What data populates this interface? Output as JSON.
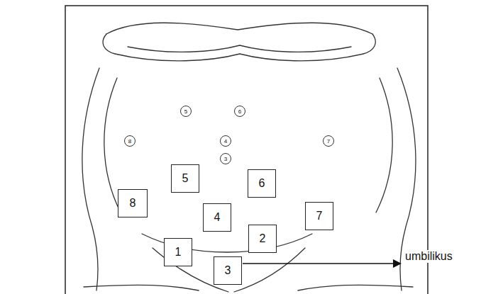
{
  "diagram": {
    "nodes": [
      {
        "text": [
          "5"
        ]
      },
      {
        "text": [
          "6"
        ]
      },
      {
        "text": [
          "8"
        ]
      },
      {
        "text": [
          "4"
        ]
      },
      {
        "text": [
          "7"
        ]
      },
      {
        "text": [
          "3"
        ]
      },
      {
        "text": [
          "5"
        ]
      },
      {
        "text": [
          "6"
        ]
      },
      {
        "text": [
          "8"
        ]
      },
      {
        "text": [
          "4"
        ]
      },
      {
        "text": [
          "7"
        ]
      },
      {
        "text": [
          "1"
        ]
      },
      {
        "text": [
          "2"
        ]
      },
      {
        "text": [
          "3"
        ]
      }
    ],
    "labels": [
      "umbilikus"
    ]
  }
}
